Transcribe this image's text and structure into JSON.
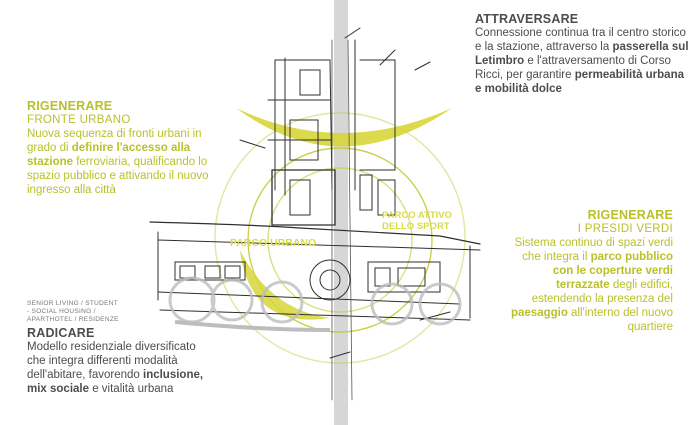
{
  "attraversare": {
    "title": "ATTRAVERSARE",
    "text": [
      {
        "t": "Connessione continua tra il centro storico e la stazione, attraverso la "
      },
      {
        "t": "passerella sul Letimbro",
        "b": true
      },
      {
        "t": " e l'attraversamento di Corso Ricci, per garantire "
      },
      {
        "t": "permeabilità urbana e mobilità dolce",
        "b": true
      }
    ]
  },
  "rigenerare_fronte": {
    "title": "RIGENERARE",
    "subtitle": "FRONTE URBANO",
    "text": [
      {
        "t": "Nuova sequenza di fronti urbani in grado di "
      },
      {
        "t": "definire l'accesso alla stazione",
        "b": true
      },
      {
        "t": " ferroviaria, qualificando lo spazio pubblico e attivando il nuovo ingresso alla città"
      }
    ]
  },
  "rigenerare_presidi": {
    "title": "RIGENERARE",
    "subtitle": "I PRESIDI VERDI",
    "text": [
      {
        "t": "Sistema continuo di spazi verdi che integra il "
      },
      {
        "t": "parco pubblico con le coperture verdi terrazzate",
        "b": true
      },
      {
        "t": " degli edifici, estendendo la presenza del "
      },
      {
        "t": "paesaggio",
        "b": true
      },
      {
        "t": " all'interno del nuovo quartiere"
      }
    ]
  },
  "radicare": {
    "small_labels": "SENIOR LIVING / STUDENT - SOCIAL HOUSING / APARTHOTEL / RESIDENZE",
    "title": "RADICARE",
    "text": [
      {
        "t": "Modello residenziale diversificato che integra differenti modalità dell'abitare, favorendo "
      },
      {
        "t": "inclusione, mix sociale",
        "b": true
      },
      {
        "t": " e vitalità urbana"
      }
    ]
  },
  "sketch_labels": {
    "parco_urbano": "PARCO URBANO",
    "parco_attivo_1": "PARCO ATTIVO",
    "parco_attivo_2": "DELLO SPORT"
  },
  "colors": {
    "accent_olive": "#b9c12a",
    "text_gray": "#4d4d4d",
    "ink": "#2f2f2f",
    "axis_gray": "#c4c4c4"
  }
}
